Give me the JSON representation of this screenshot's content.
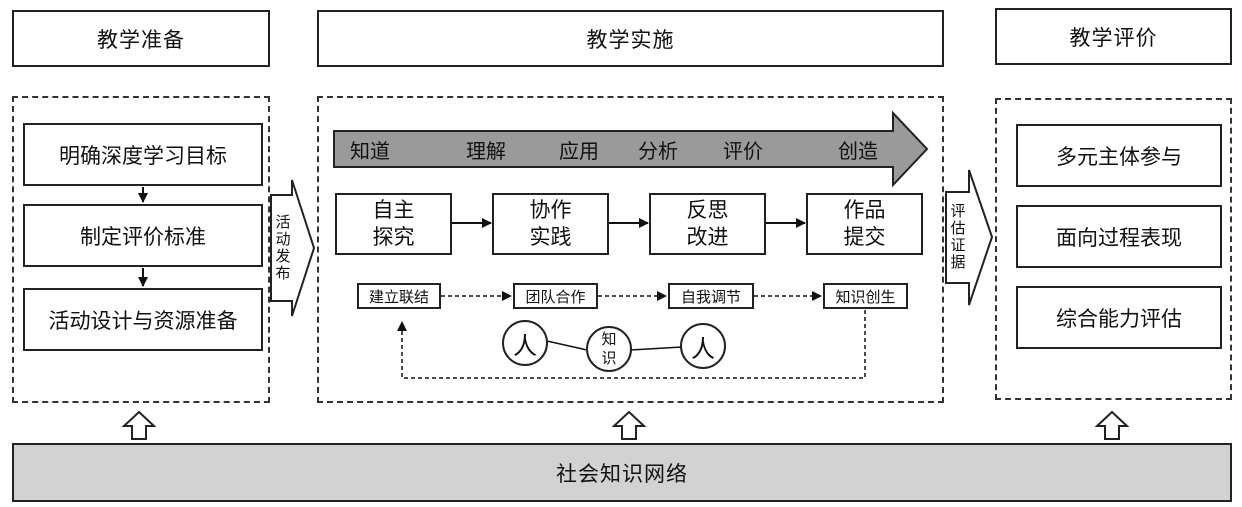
{
  "headers": {
    "prep": "教学准备",
    "impl": "教学实施",
    "eval": "教学评价"
  },
  "prep_steps": [
    "明确深度学习目标",
    "制定评价标准",
    "活动设计与资源准备"
  ],
  "left_connector": [
    "活",
    "动",
    "发",
    "布"
  ],
  "cognitive_levels": [
    "知道",
    "理解",
    "应用",
    "分析",
    "评价",
    "创造"
  ],
  "impl_steps": [
    {
      "line1": "自主",
      "line2": "探究"
    },
    {
      "line1": "协作",
      "line2": "实践"
    },
    {
      "line1": "反思",
      "line2": "改进"
    },
    {
      "line1": "作品",
      "line2": "提交"
    }
  ],
  "impl_chips": [
    "建立联结",
    "团队合作",
    "自我调节",
    "知识创生"
  ],
  "network": {
    "person_left": "人",
    "knowledge_line1": "知",
    "knowledge_line2": "识",
    "person_right": "人"
  },
  "right_connector": [
    "评",
    "估",
    "证",
    "据"
  ],
  "eval_items": [
    "多元主体参与",
    "面向过程表现",
    "综合能力评估"
  ],
  "foundation": "社会知识网络"
}
